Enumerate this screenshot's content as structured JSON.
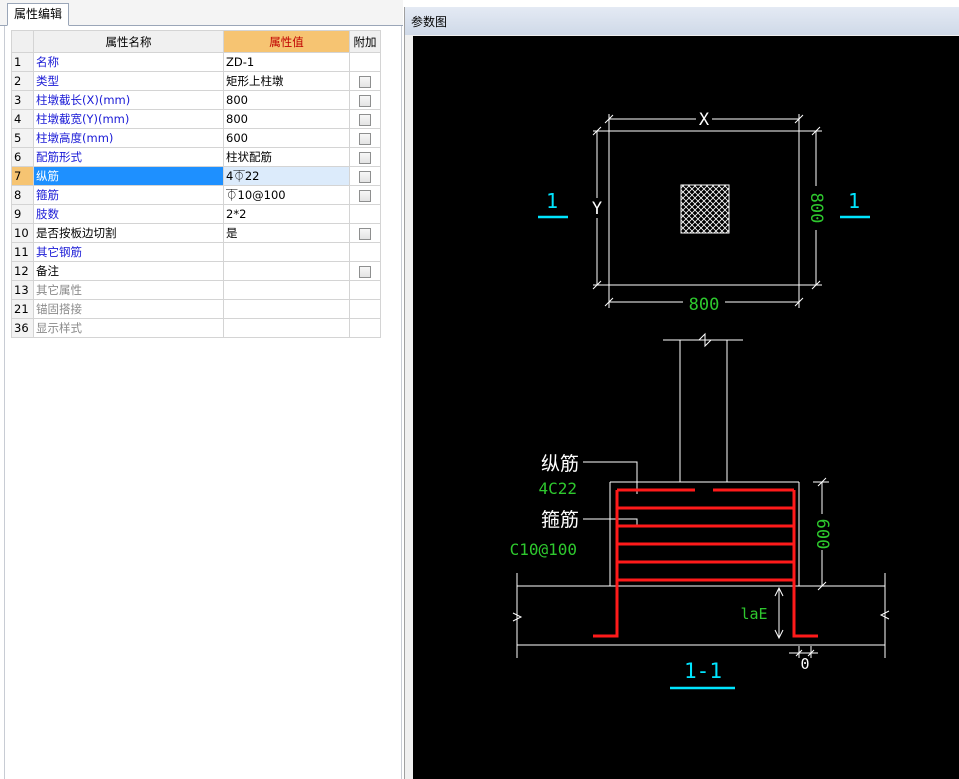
{
  "tab_label": "属性编辑",
  "table_headers": {
    "col_name": "属性名称",
    "col_value": "属性值",
    "col_add": "附加"
  },
  "rows": [
    {
      "num": "1",
      "name": "名称",
      "value": "ZD-1",
      "style": "blue",
      "checkbox": false,
      "expander": false
    },
    {
      "num": "2",
      "name": "类型",
      "value": "矩形上柱墩",
      "style": "blue",
      "checkbox": true,
      "expander": false
    },
    {
      "num": "3",
      "name": "柱墩截长(X)(mm)",
      "value": "800",
      "style": "blue",
      "checkbox": true,
      "expander": false
    },
    {
      "num": "4",
      "name": "柱墩截宽(Y)(mm)",
      "value": "800",
      "style": "blue",
      "checkbox": true,
      "expander": false
    },
    {
      "num": "5",
      "name": "柱墩高度(mm)",
      "value": "600",
      "style": "blue",
      "checkbox": true,
      "expander": false
    },
    {
      "num": "6",
      "name": "配筋形式",
      "value": "柱状配筋",
      "style": "blue",
      "checkbox": true,
      "expander": false
    },
    {
      "num": "7",
      "name": "纵筋",
      "value": "4⏁22",
      "style": "sel",
      "checkbox": true,
      "expander": false
    },
    {
      "num": "8",
      "name": "箍筋",
      "value": "⏁10@100",
      "style": "blue",
      "checkbox": true,
      "expander": false
    },
    {
      "num": "9",
      "name": "肢数",
      "value": "2*2",
      "style": "blue",
      "checkbox": false,
      "expander": false
    },
    {
      "num": "10",
      "name": "是否按板边切割",
      "value": "是",
      "style": "black",
      "checkbox": true,
      "expander": false
    },
    {
      "num": "11",
      "name": "其它钢筋",
      "value": "",
      "style": "blue",
      "checkbox": false,
      "expander": false
    },
    {
      "num": "12",
      "name": "备注",
      "value": "",
      "style": "black",
      "checkbox": true,
      "expander": false
    },
    {
      "num": "13",
      "name": "其它属性",
      "value": "",
      "style": "gray",
      "checkbox": false,
      "expander": true
    },
    {
      "num": "21",
      "name": "锚固搭接",
      "value": "",
      "style": "gray",
      "checkbox": false,
      "expander": true
    },
    {
      "num": "36",
      "name": "显示样式",
      "value": "",
      "style": "gray",
      "checkbox": false,
      "expander": true
    }
  ],
  "diagram": {
    "title": "参数图",
    "plan_dim_x": "X",
    "plan_dim_y": "Y",
    "plan_width": "800",
    "plan_height": "800",
    "section_mark_left": "1",
    "section_mark_right": "1",
    "label_long_bar": "纵筋",
    "value_long_bar": "4C22",
    "label_stirrup": "箍筋",
    "value_stirrup": "C10@100",
    "pier_height": "600",
    "anchor_len": "laE",
    "cover": "0",
    "section_title": "1-1",
    "colors": {
      "background": "#000000",
      "line": "#ffffff",
      "cyan": "#00e5ff",
      "green": "#2ec82e",
      "rebar": "#ff1a1a"
    }
  }
}
